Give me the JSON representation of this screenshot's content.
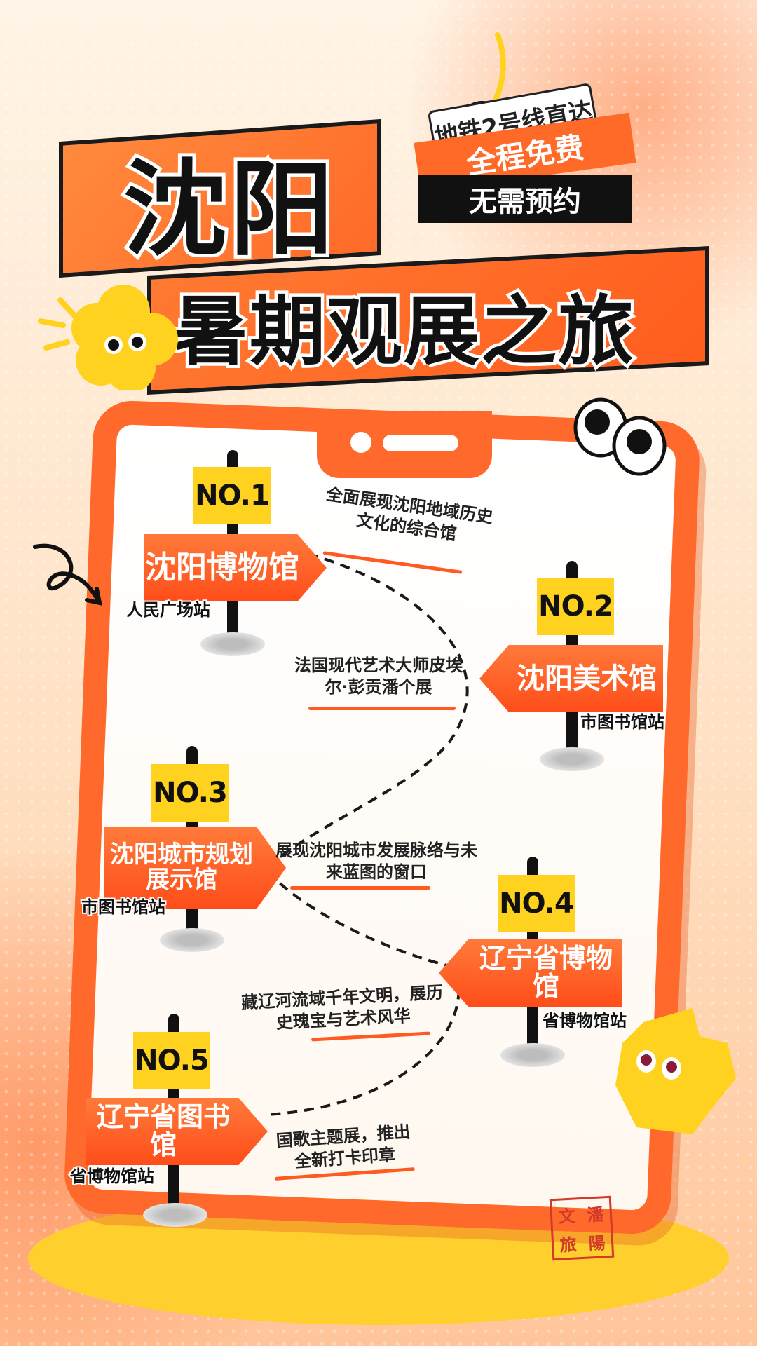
{
  "header": {
    "title_main": "沈阳",
    "title_sub": "暑期观展之旅",
    "tag_metro": "地铁2号线直达",
    "tag_free": "全程免费",
    "tag_no_reservation": "无需预约"
  },
  "stops": [
    {
      "number": "NO.1",
      "name": "沈阳博物馆",
      "station": "人民广场站",
      "description": "全面展现沈阳地域历史文化的综合馆"
    },
    {
      "number": "NO.2",
      "name": "沈阳美术馆",
      "station": "市图书馆站",
      "description": "法国现代艺术大师皮埃尔·彭贡潘个展"
    },
    {
      "number": "NO.3",
      "name": "沈阳城市规划展示馆",
      "station": "市图书馆站",
      "description": "展现沈阳城市发展脉络与未来蓝图的窗口"
    },
    {
      "number": "NO.4",
      "name": "辽宁省博物馆",
      "station": "省博物馆站",
      "description": "藏辽河流域千年文明，展历史瑰宝与艺术风华"
    },
    {
      "number": "NO.5",
      "name": "辽宁省图书馆",
      "station": "省博物馆站",
      "description": "国歌主题展，推出全新打卡印章"
    }
  ],
  "seal": {
    "chars": [
      "文",
      "潘",
      "旅",
      "陽"
    ]
  },
  "colors": {
    "orange": "#ff6a28",
    "yellow": "#ffd21f",
    "black": "#111111"
  }
}
